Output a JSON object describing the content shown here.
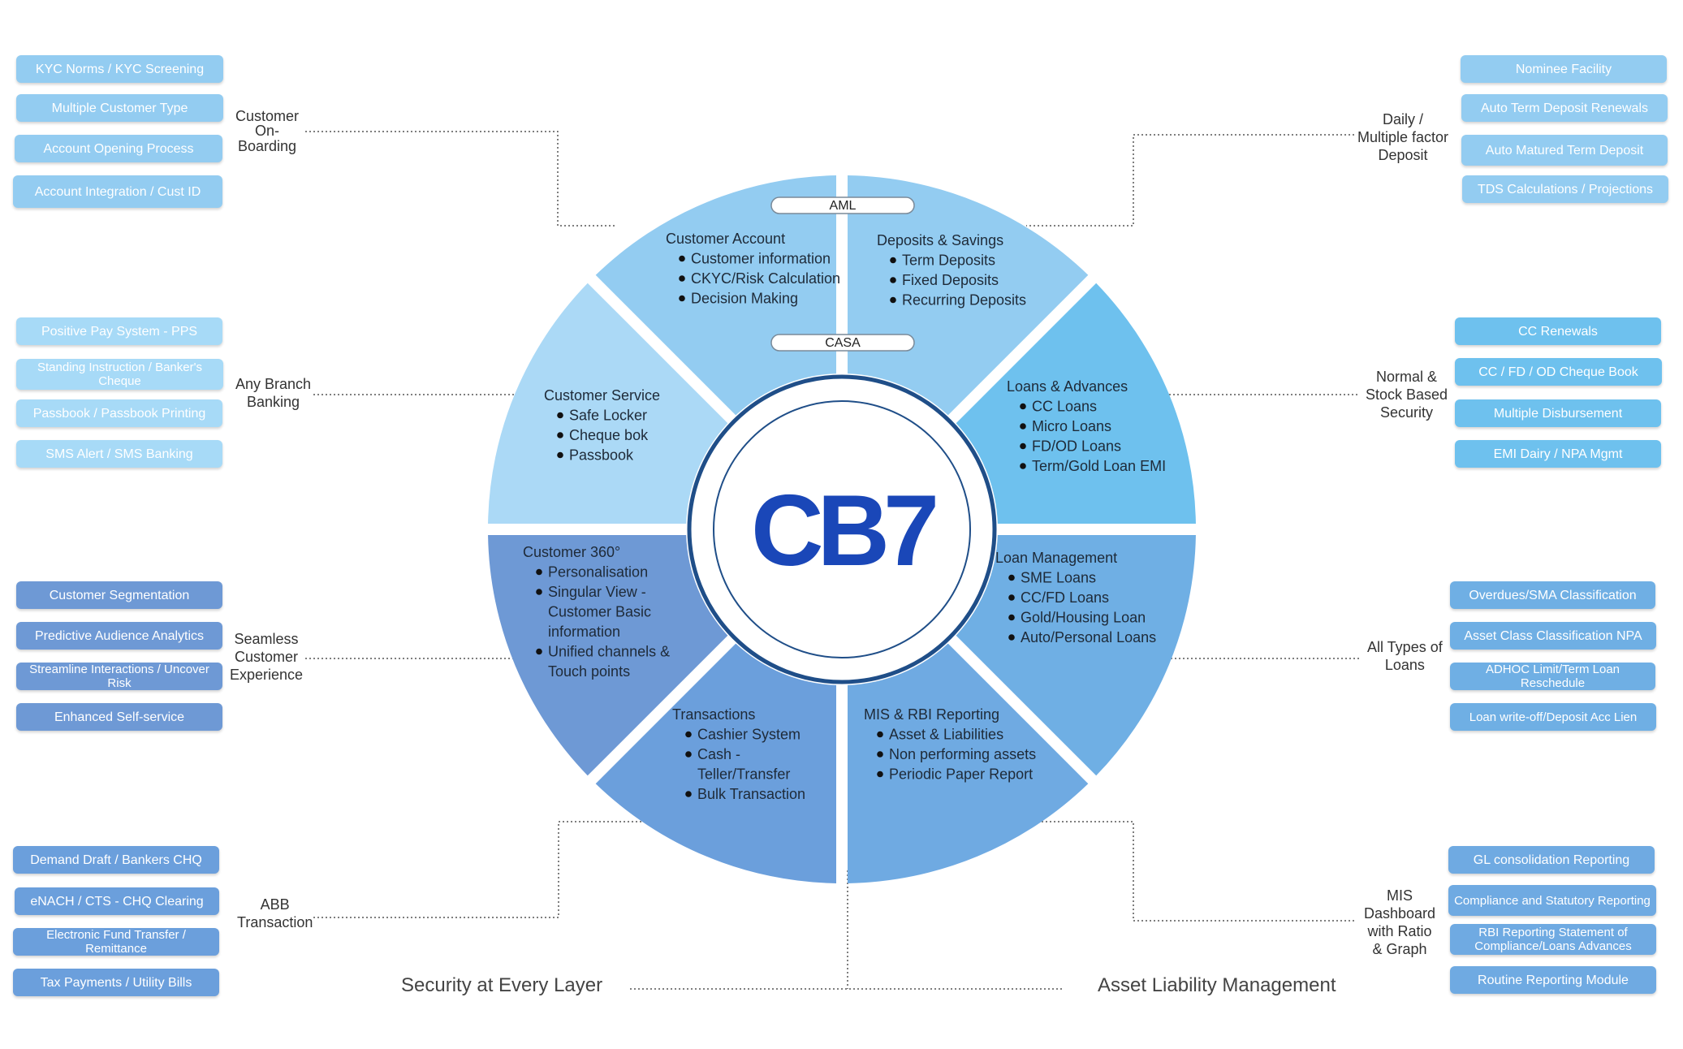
{
  "colors": {
    "light": "#ABD9F6",
    "lighter": "#A7DAF7",
    "mid": "#93CCF1",
    "bright": "#6EC1EE",
    "loan": "#6FAFE4",
    "mis": "#6FAAE2",
    "txn": "#6B9FDC",
    "c360": "#6E99D5",
    "logo": "#1A47B8",
    "ring": "#1F4E88"
  },
  "center": {
    "logo": "CB7"
  },
  "tags": {
    "aml": "AML",
    "casa": "CASA"
  },
  "segments": [
    {
      "id": "customer-account",
      "title": "Customer Account",
      "items": [
        "Customer information",
        "CKYC/Risk Calculation",
        "Decision Making"
      ]
    },
    {
      "id": "deposits-savings",
      "title": "Deposits  & Savings",
      "items": [
        "Term Deposits",
        "Fixed Deposits",
        "Recurring Deposits"
      ]
    },
    {
      "id": "loans-advances",
      "title": "Loans & Advances",
      "items": [
        "CC Loans",
        "Micro Loans",
        "FD/OD Loans",
        "Term/Gold Loan EMI"
      ]
    },
    {
      "id": "loan-management",
      "title": "Loan Management",
      "items": [
        "SME Loans",
        "CC/FD Loans",
        "Gold/Housing Loan",
        "Auto/Personal Loans"
      ]
    },
    {
      "id": "mis-rbi",
      "title": "MIS & RBI Reporting",
      "items": [
        "Asset & Liabilities",
        "Non performing assets",
        "Periodic Paper Report"
      ]
    },
    {
      "id": "transactions",
      "title": "Transactions",
      "items": [
        "Cashier System",
        "Cash -",
        "Teller/Transfer",
        "Bulk Transaction"
      ]
    },
    {
      "id": "customer-360",
      "title": "Customer 360°",
      "items": [
        "Personalisation",
        "Singular View -",
        "Customer Basic",
        "information",
        "Unified channels &",
        "Touch points"
      ]
    },
    {
      "id": "customer-service",
      "title": "Customer Service",
      "items": [
        "Safe Locker",
        "Cheque bok",
        "Passbook"
      ]
    }
  ],
  "groups": [
    {
      "id": "onboarding",
      "label": [
        "Customer",
        "On-",
        "Boarding"
      ],
      "color": "mid",
      "pills": [
        "KYC Norms / KYC Screening",
        "Multiple Customer Type",
        "Account Opening Process",
        "Account Integration / Cust ID"
      ]
    },
    {
      "id": "any-branch",
      "label": [
        "Any Branch",
        "Banking"
      ],
      "color": "lighter",
      "pills": [
        "Positive Pay System - PPS",
        "Standing Instruction / Banker's Cheque",
        "Passbook / Passbook Printing",
        "SMS Alert / SMS Banking"
      ]
    },
    {
      "id": "seamless",
      "label": [
        "Seamless",
        "Customer",
        "Experience"
      ],
      "color": "c360",
      "pills": [
        "Customer Segmentation",
        "Predictive Audience Analytics",
        "Streamline Interactions / Uncover Risk",
        "Enhanced Self-service"
      ]
    },
    {
      "id": "abb",
      "label": [
        "ABB",
        "Transaction"
      ],
      "color": "txn",
      "pills": [
        "Demand Draft / Bankers CHQ",
        "eNACH / CTS - CHQ Clearing",
        "Electronic Fund Transfer / Remittance",
        "Tax Payments / Utility Bills"
      ]
    },
    {
      "id": "deposit",
      "label": [
        "Daily /",
        "Multiple factor",
        "Deposit"
      ],
      "color": "mid",
      "pills": [
        "Nominee Facility",
        "Auto Term Deposit Renewals",
        "Auto Matured Term Deposit",
        "TDS Calculations / Projections"
      ]
    },
    {
      "id": "security",
      "label": [
        "Normal &",
        "Stock Based",
        "Security"
      ],
      "color": "bright",
      "pills": [
        "CC Renewals",
        "CC / FD / OD Cheque Book",
        "Multiple Disbursement",
        "EMI Dairy / NPA Mgmt"
      ]
    },
    {
      "id": "all-loans",
      "label": [
        "All Types of",
        "Loans"
      ],
      "color": "loan",
      "pills": [
        "Overdues/SMA Classification",
        "Asset Class Classification NPA",
        "ADHOC Limit/Term Loan Reschedule",
        "Loan write-off/Deposit Acc Lien"
      ]
    },
    {
      "id": "mis-dashboard",
      "label": [
        "MIS",
        "Dashboard",
        "with Ratio",
        "& Graph"
      ],
      "color": "mis",
      "pills": [
        "GL consolidation Reporting",
        "Compliance and Statutory Reporting",
        "RBI Reporting Statement of Compliance/Loans Advances",
        "Routine Reporting Module"
      ]
    }
  ],
  "footer": {
    "left": "Security at Every Layer",
    "right": "Asset Liability Management"
  }
}
